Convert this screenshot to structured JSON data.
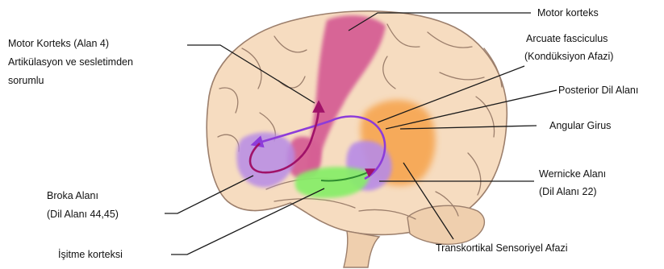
{
  "labels": {
    "motor_korteks": "Motor korteks",
    "motor_korteks_alan4_line1": "Motor Korteks (Alan 4)",
    "motor_korteks_alan4_line2": "Artikülasyon ve sesletimden",
    "motor_korteks_alan4_line3": "sorumlu",
    "arcuate_line1": "Arcuate fasciculus",
    "arcuate_line2": "(Kondüksiyon Afazi)",
    "posterior_dil_alani": "Posterior Dil Alanı",
    "angular_girus": "Angular Girus",
    "wernicke_line1": "Wernicke Alanı",
    "wernicke_line2": "(Dil Alanı 22)",
    "broka_line1": "Broka Alanı",
    "broka_line2": "(Dil Alanı 44,45)",
    "isitme_korteksi": "İşitme korteksi",
    "transkortikal": "Transkortikal Sensoriyel Afazi"
  },
  "regions": {
    "motor_cortex": {
      "color": "#d65f94"
    },
    "broca_area": {
      "color": "#b78be6"
    },
    "wernicke_area": {
      "color": "#b78be6"
    },
    "auditory_cortex": {
      "color": "#86ee68"
    },
    "angular_gyrus": {
      "color": "#f6a24a"
    },
    "brain_tissue": {
      "color": "#f6dcc0"
    },
    "arcuate_pathway": {
      "color": "#8d3cd9"
    },
    "motor_pathway": {
      "color": "#a01268"
    }
  }
}
